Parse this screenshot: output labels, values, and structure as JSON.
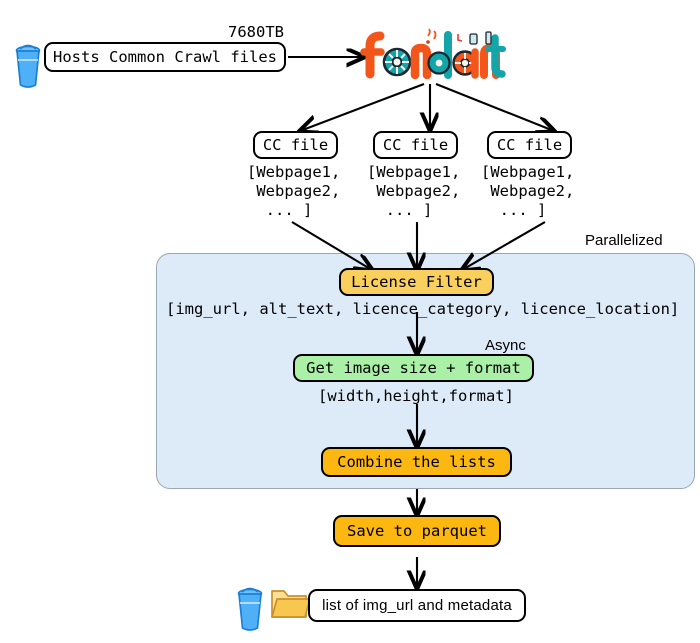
{
  "diagram": {
    "title_logo": "fondant",
    "source": {
      "bucket_icon": "bucket-icon",
      "label": "Hosts Common Crawl files",
      "edge_label": "7680TB"
    },
    "cc_files": [
      {
        "box": "CC file",
        "list": "[Webpage1,\n Webpage2,\n  ... ]"
      },
      {
        "box": "CC file",
        "list": "[Webpage1,\n Webpage2,\n  ... ]"
      },
      {
        "box": "CC file",
        "list": "[Webpage1,\n Webpage2,\n  ... ]"
      }
    ],
    "parallel_panel": {
      "label": "Parallelized",
      "steps": [
        {
          "name": "License Filter",
          "style": "gold",
          "output": "[img_url, alt_text, licence_category, licence_location]"
        },
        {
          "name": "Get image size + format",
          "style": "green",
          "output": "[width,height,format]",
          "badge": "Async"
        },
        {
          "name": "Combine the lists",
          "style": "amber",
          "output": ""
        }
      ]
    },
    "save_step": {
      "name": "Save to parquet",
      "style": "amber"
    },
    "sink": {
      "bucket_icon": "bucket-icon",
      "folder_icon": "folder-icon",
      "label": "list of img_url and metadata"
    },
    "colors": {
      "panel_fill": "#ddeaf8",
      "panel_stroke": "#9aa6b2",
      "gold": "#f9cf5d",
      "amber": "#fcb711",
      "green": "#aaf0a6",
      "bucket_blue": "#3aa0f2",
      "folder_orange": "#f2c14e",
      "logo_orange": "#f2561b",
      "logo_teal": "#14a5a8",
      "stroke": "#000000"
    }
  }
}
